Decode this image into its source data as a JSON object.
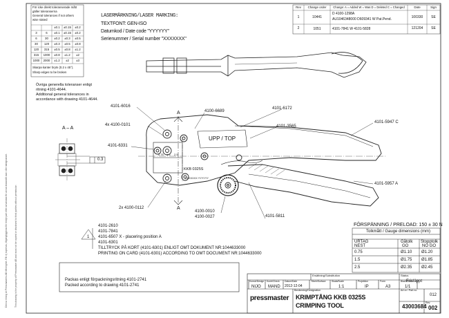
{
  "laser": {
    "title": "LASERMÄRKNING/LASER MARKING:",
    "font": "TEXTFONT: GEN-ISO",
    "date": "Datumkod / Date code \"YYYYYY\"",
    "serial": "Serienummer / Serial number \"XXXXXXX\""
  },
  "tolerance": {
    "intro": [
      "För icke direkt toleranserade mått",
      "gäller toleranserna",
      "General tolerances if not others",
      "wise stated"
    ],
    "rows": [
      [
        "",
        "",
        "±0.1",
        "±0.15",
        "±0.2"
      ],
      [
        "3",
        "6",
        "±0.1",
        "±0.15",
        "±0.2"
      ],
      [
        "6",
        "30",
        "±0.2",
        "±0.3",
        "±0.5"
      ],
      [
        "30",
        "120",
        "±0.3",
        "±0.5",
        "±0.8"
      ],
      [
        "120",
        "315",
        "±0.5",
        "±0.8",
        "±1.2"
      ],
      [
        "315",
        "1000",
        "±0.8",
        "±1.2",
        "±2"
      ],
      [
        "1000",
        "2000",
        "±1.2",
        "±2",
        "±3"
      ]
    ],
    "note": [
      "Skarpa kanter bryts (0.2 x 45°).",
      "Sharp edges to be broken"
    ],
    "other": [
      "Övriga generella toleranser enligt",
      "ritning 4101-4644.",
      "Additional general tolerances in",
      "accordance with drawing 4101-4644."
    ]
  },
  "revision": {
    "headers": [
      "Rev",
      "Change order",
      "Change:  A = Added  W = Was  D = Deleted  C = Changed",
      "Date",
      "Sign"
    ],
    "rows": [
      {
        "rev": "1",
        "order": "10441",
        "change": [
          "D 4100-1298A",
          "AU1046348000  D609341 W Pat.Pend."
        ],
        "date": "100330",
        "sign": "SE"
      },
      {
        "rev": "2",
        "order": "1051",
        "change": [
          "4101-7841 W 4101-5828"
        ],
        "date": "121204",
        "sign": "SE"
      }
    ]
  },
  "section": {
    "label": "A – A",
    "dim": "0.3"
  },
  "callouts": {
    "c6016": "4101-6016",
    "c0101": "4x  4100-0101",
    "c6331": "4101-6331",
    "c0112": "2x  4100-0112",
    "c6689": "4100-6689",
    "c6172": "4101-6172",
    "c3565": "4101-3565",
    "c5947": "4101-5947 C",
    "c5957": "4101-5957 A",
    "c0010": "4100-0010",
    "c0027": "4100-0027",
    "c5811": "4101-5811",
    "cutA_top": "A",
    "cutA_bot": "A"
  },
  "tool": {
    "uptop": "UPP / TOP",
    "kkb": "KKB 0325S",
    "serial_small": "XXXXXXX  YYYYYY",
    "dies": [
      "0.75",
      "1.5",
      "2.5"
    ]
  },
  "notes": {
    "lines": [
      "4101-2610",
      "4101-7841",
      "4101-6507 X - placering position A",
      "4101-6301"
    ],
    "line5": "TILLTRYCK PÅ KORT (4101-6301) ENLIGT OMT DOKUMENT NR:1044633000",
    "line6": "PRINTING ON CARD (4101-6301) ACCORDING TO OMT DOCUMENT NR:1044633000"
  },
  "pack": {
    "line1": "Packas enligt förpackningsritning 4101-2741",
    "line2": "Packed according to drawing 4101-2741"
  },
  "preload": {
    "title": "FÖRSPÄNNING / PRELOAD: 150 ± 30 N",
    "gauge": "Tolkmått / Gauge dimensions (mm)",
    "h1a": "URTAG",
    "h1b": "NEST",
    "h2a": "Gåtolk",
    "h2b": "GO",
    "h3a": "Stopptolk",
    "h3b": "NO GO",
    "rows": [
      [
        "0.75",
        "Ø1.10",
        "Ø1.20"
      ],
      [
        "1.5",
        "Ø1.75",
        "Ø1.85"
      ],
      [
        "2.5",
        "Ø2.35",
        "Ø2.45"
      ]
    ]
  },
  "titleblock": {
    "status_label": "Status",
    "status": "Frisläppt",
    "drawn_label": "Konstr/Design",
    "drawn": "NIJO",
    "checked_label": "Kontr/Check",
    "checked": "MAND",
    "date_label": "Datum/Date",
    "date": "2012-12-04",
    "subst_label": "Ersättning/Substitution",
    "surf_label": "Ytbeh/Surface",
    "scale_label": "Skala/Scale",
    "scale": "1:1",
    "projection_label": "Projektion",
    "projection": "IP",
    "format_label": "Form",
    "format": "A3",
    "sheet_label": "Blad/Sheet",
    "sheet": "1/1",
    "brand": "pressmaster",
    "desc_label": "Benämning/Designation",
    "name1": "KRIMPTÅNG KKB 0325S",
    "name2": "CRIMPING TOOL",
    "part_label": "Art.nr / Part no",
    "part": "43003684",
    "item": "012",
    "rev_label": "Rev",
    "rev": "002"
  },
  "side": {
    "left": "Denna ritning är Pressmasters AB tillhörighet. Får ej kopieras, tillgängliggöras för tredje part eller användas för annat ändamål utan vårt medgivande.",
    "right": "This drawing is the property of Pressmaster AB and must not be copied or disclosed to third parties without permission"
  }
}
